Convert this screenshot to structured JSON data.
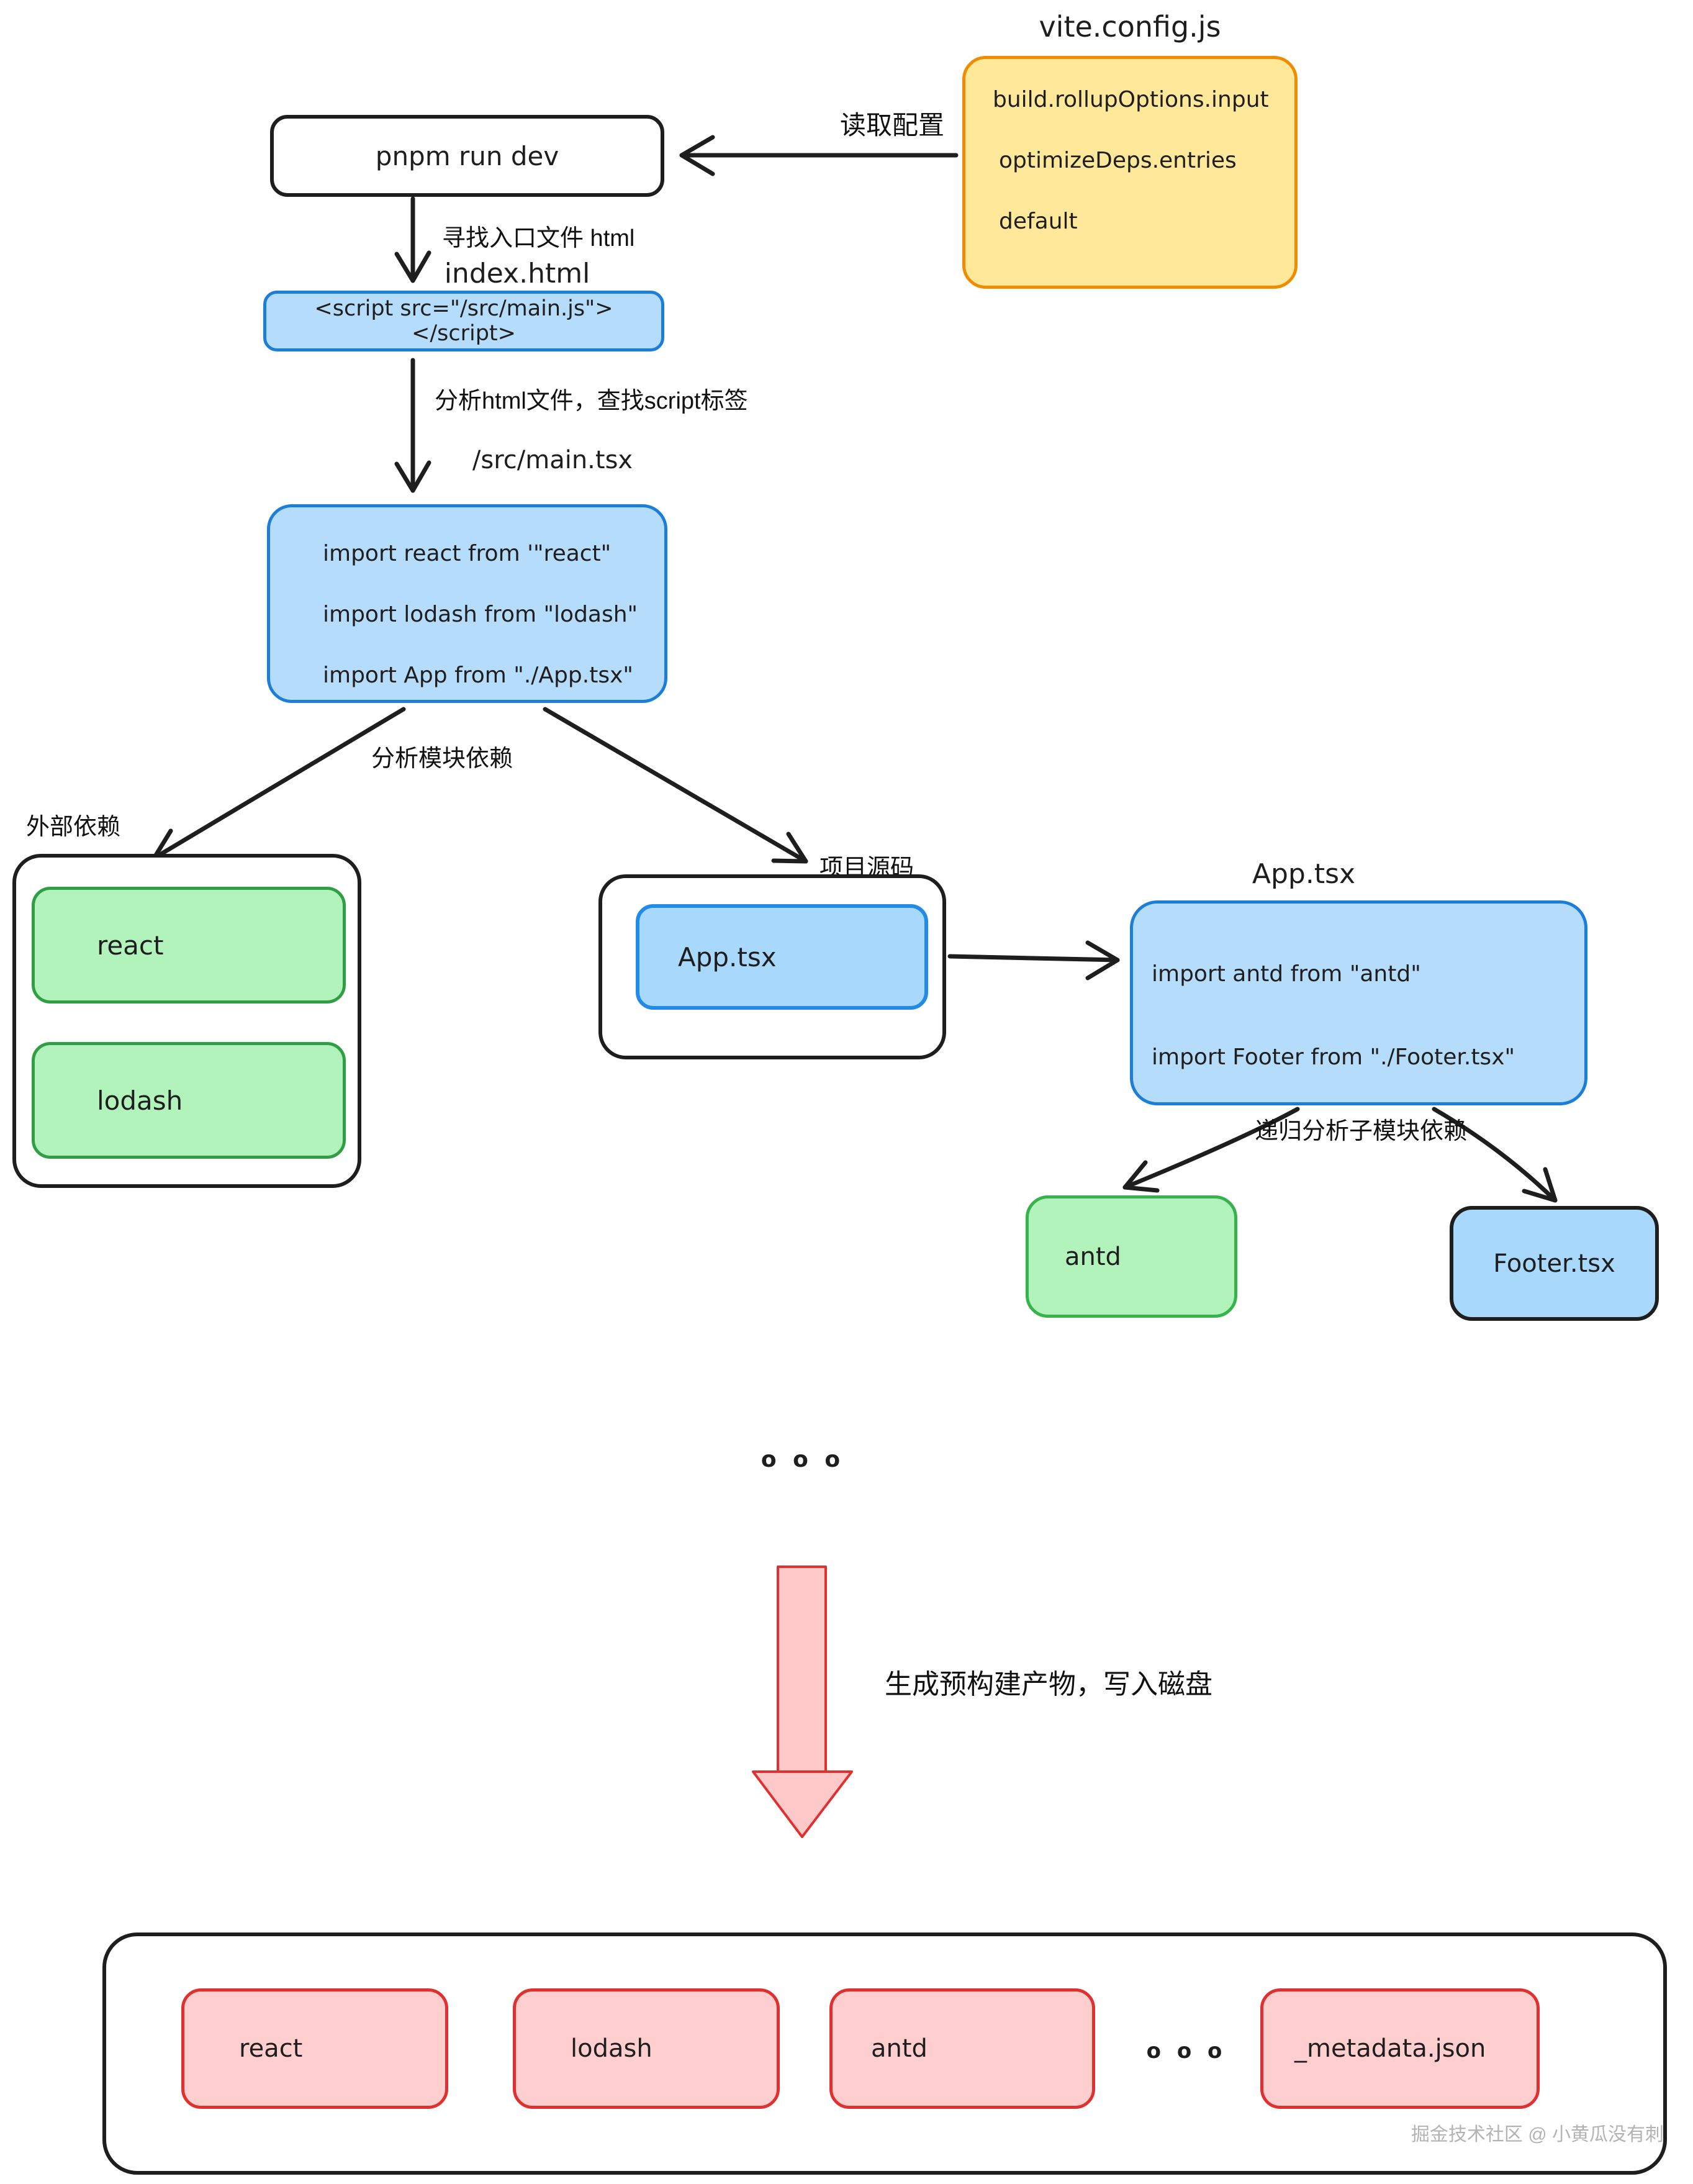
{
  "vite_config": {
    "title": "vite.config.js",
    "items": [
      "build.rollupOptions.input",
      "optimizeDeps.entries",
      "default"
    ]
  },
  "pnpm_label": "pnpm run dev",
  "arrow_labels": {
    "read_config": "读取配置",
    "find_entry": "寻找入口文件 html",
    "analyze_html": "分析html文件，查找script标签",
    "analyze_deps": "分析模块依赖",
    "recursive": "递归分析子模块依赖",
    "generate": "生成预构建产物，写入磁盘"
  },
  "entry": {
    "index_label": "index.html",
    "script_code": "<script src=\"/src/main.js\"></script>"
  },
  "main_module": {
    "path": "/src/main.tsx",
    "imports": [
      "import react from '\"react\"",
      "import lodash from \"lodash\"",
      "import App from \"./App.tsx\""
    ]
  },
  "external": {
    "label": "外部依赖",
    "items": [
      "react",
      "lodash"
    ]
  },
  "project": {
    "label": "项目源码",
    "file": "App.tsx"
  },
  "app_module": {
    "title": "App.tsx",
    "imports": [
      "import antd from \"antd\"",
      "import Footer from \"./Footer.tsx\""
    ],
    "children": {
      "antd": "antd",
      "footer": "Footer.tsx"
    }
  },
  "ellipsis": "o o o",
  "output": {
    "items": [
      "react",
      "lodash",
      "antd"
    ],
    "ellipsis": "o o o",
    "metadata_file": "_metadata.json"
  },
  "watermark": "掘金技术社区 @ 小黄瓜没有刺",
  "colors": {
    "ink": "#1e1e1e",
    "yellow_fill": "#ffe89a",
    "yellow_border": "#f08c00",
    "blue_fill": "#b5dcfb",
    "blue_border": "#1c7ed6",
    "green_fill": "#b2f2bb",
    "green_border": "#2f9e44",
    "green_border_bright": "#37b24d",
    "red_fill": "#ffcfcf",
    "red_border": "#e03131",
    "watermark_gray": "#b3b3b3"
  }
}
